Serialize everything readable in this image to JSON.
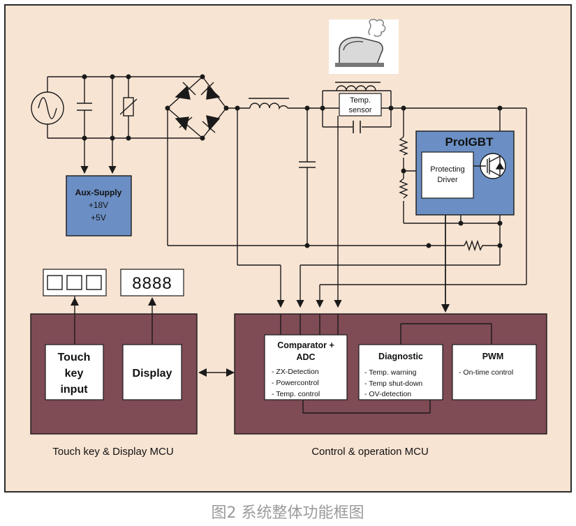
{
  "colors": {
    "background_panel": "#f8e4d3",
    "frame_border": "#2b2b2b",
    "blue_box": "#6b8fc4",
    "mcu_box": "#7f4b55",
    "white_box": "#ffffff",
    "caption": "#9a9a9a",
    "wire": "#1a1a1a"
  },
  "aux_supply": {
    "title": "Aux-Supply",
    "line1": "+18V",
    "line2": "+5V"
  },
  "temp_sensor": {
    "line1": "Temp.",
    "line2": "sensor"
  },
  "pro_igbt": {
    "title": "ProIGBT",
    "driver_line1": "Protecting",
    "driver_line2": "Driver"
  },
  "touch_mcu": {
    "label": "Touch key & Display MCU",
    "touch_key": [
      "Touch",
      "key",
      "input"
    ],
    "display": "Display",
    "segment_digits": "8888"
  },
  "control_mcu": {
    "label": "Control & operation MCU",
    "comparator": {
      "title1": "Comparator +",
      "title2": "ADC",
      "items": [
        "- ZX-Detection",
        "- Powercontrol",
        "- Temp. control"
      ]
    },
    "diagnostic": {
      "title": "Diagnostic",
      "items": [
        "- Temp. warning",
        "- Temp shut-down",
        "- OV-detection"
      ]
    },
    "pwm": {
      "title": "PWM",
      "items": [
        "- On-time control"
      ]
    }
  },
  "caption": "图2 系统整体功能框图",
  "icons": [
    "ac-source-icon",
    "capacitor-icon",
    "varistor-icon",
    "diode-bridge-icon",
    "inductor-icon",
    "resistor-icon",
    "igbt-icon",
    "iron-icon"
  ]
}
